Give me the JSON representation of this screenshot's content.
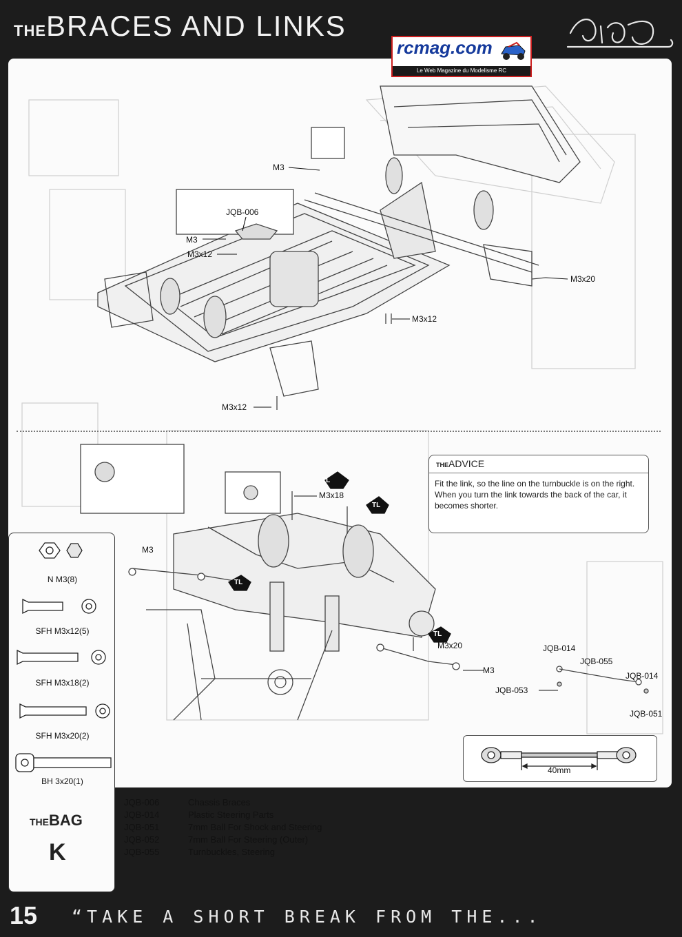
{
  "header": {
    "title_prefix": "THE",
    "title_main": "BRACES AND LINKS"
  },
  "watermark": {
    "site": "rcmag.com",
    "tagline": "Le Web Magazine du Modelisme RC"
  },
  "top_diagram": {
    "callouts": {
      "m3_a": "M3",
      "jqb006": "JQB-006",
      "m3_b": "M3",
      "m3x12_a": "M3x12",
      "m3x20": "M3x20",
      "m3x12_b": "M3x12",
      "m3x12_c": "M3x12"
    }
  },
  "bottom_diagram": {
    "callouts": {
      "tl_1": "TL",
      "m3x18": "M3x18",
      "tl_2": "TL",
      "m3_c": "M3",
      "tl_3": "TL",
      "tl_4": "TL",
      "m3x20": "M3x20",
      "m3_d": "M3",
      "jqb014_a": "JQB-014",
      "jqb055": "JQB-055",
      "jqb014_b": "JQB-014",
      "jqb053": "JQB-053",
      "jqb051": "JQB-051"
    },
    "measure_label": "40mm"
  },
  "advice": {
    "title_prefix": "THE",
    "title_main": "ADVICE",
    "text": "Fit the link, so the line on the turnbuckle is on the right. When you turn the link towards the back of the car, it becomes shorter."
  },
  "bag": {
    "items": [
      {
        "label": "N M3(8)"
      },
      {
        "label": "SFH M3x12(5)"
      },
      {
        "label": "SFH M3x18(2)"
      },
      {
        "label": "SFH M3x20(2)"
      },
      {
        "label": "BH 3x20(1)"
      }
    ],
    "title_prefix": "THE",
    "title_main": "BAG",
    "letter": "K"
  },
  "parts_legend": [
    {
      "code": "JQB-006",
      "desc": "Chassis Braces"
    },
    {
      "code": "JQB-014",
      "desc": "Plastic Steering Parts"
    },
    {
      "code": "JQB-051",
      "desc": "7mm Ball For Shock and Steering"
    },
    {
      "code": "JQB-052",
      "desc": "7mm Ball For Steering (Outer)"
    },
    {
      "code": "JQB-055",
      "desc": "Turnbuckles, Steering"
    }
  ],
  "footer": {
    "page_number": "15",
    "slogan": "“TAKE A SHORT BREAK FROM THE..."
  }
}
